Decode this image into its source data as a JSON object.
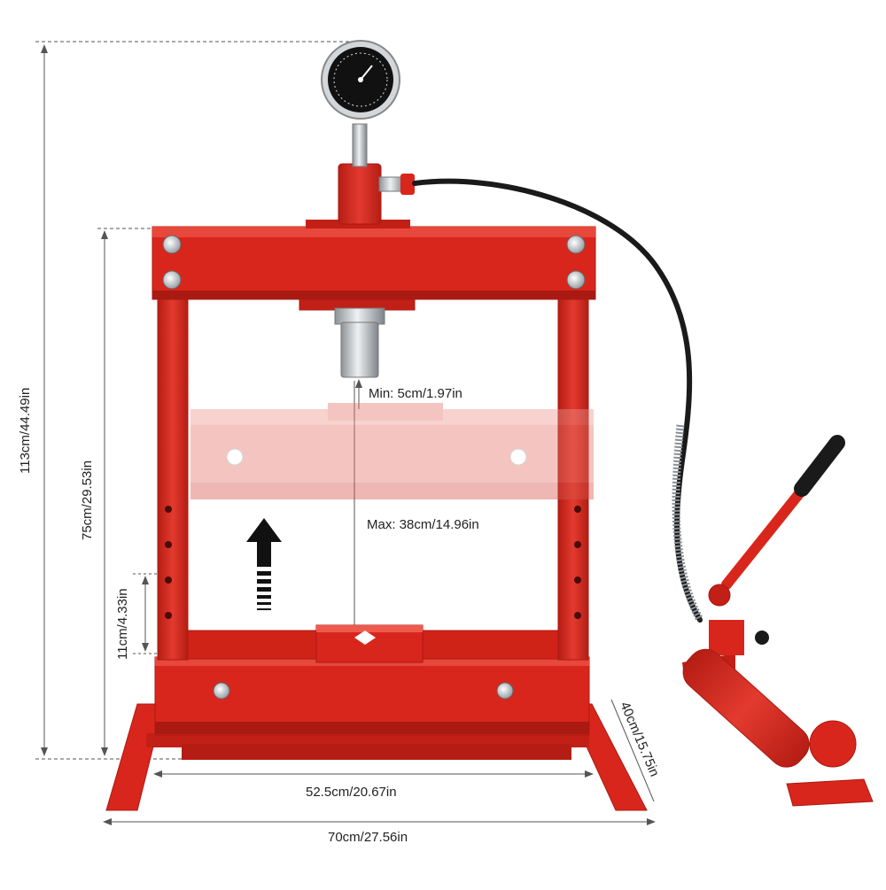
{
  "colors": {
    "frame": "#d9261c",
    "frame_dark": "#a81a12",
    "frame_light": "#e8473b",
    "ghost": "#f2b3ad",
    "steel": "#c8ccd0",
    "hose": "#1a1a1a",
    "dimension": "#444444"
  },
  "dimensions": {
    "total_height": "113cm/44.49in",
    "frame_height": "75cm/29.53in",
    "step": "11cm/4.33in",
    "min_gap": "Min: 5cm/1.97in",
    "max_gap": "Max: 38cm/14.96in",
    "inner_width": "52.5cm/20.67in",
    "outer_width": "70cm/27.56in",
    "depth": "40cm/15.75in"
  },
  "icons": {
    "arrow": "up-arrow-icon",
    "gauge": "pressure-gauge-icon"
  }
}
